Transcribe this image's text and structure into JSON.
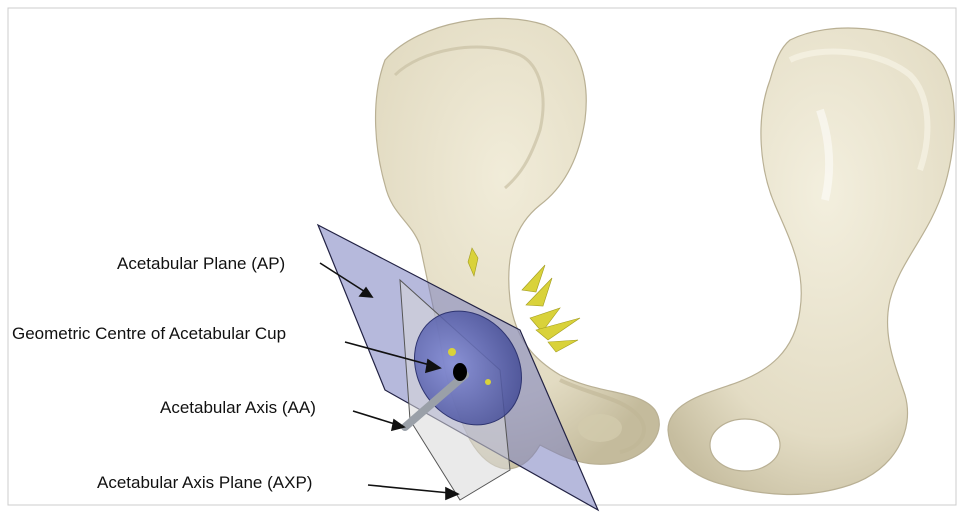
{
  "labels": {
    "acetabular_plane": "Acetabular Plane (AP)",
    "geometric_centre": "Geometric Centre of Acetabular Cup",
    "acetabular_axis": "Acetabular Axis (AA)",
    "acetabular_axis_plane": "Acetabular Axis Plane (AXP)"
  },
  "colors": {
    "bone": "#e8e2cc",
    "bone_shadow": "#c9c1a4",
    "plane_fill": "#7a7fc0",
    "axis_plane_fill": "#d8d8d8",
    "cup": "#5a64b8",
    "markers": "#d9d23a",
    "axis_rod": "#9aa0a8"
  }
}
